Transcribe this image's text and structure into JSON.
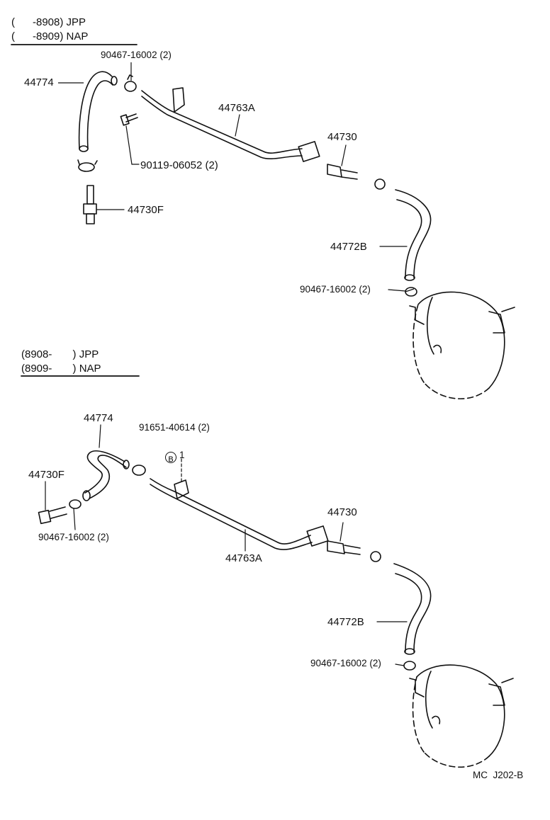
{
  "headers": {
    "early_jpp": "(      -8908) JPP",
    "early_nap": "(      -8909) NAP",
    "late_jpp": "(8908-       ) JPP",
    "late_nap": "(8909-       ) NAP"
  },
  "upper": {
    "hose_44774": "44774",
    "clamp_top": "90467-16002 (2)",
    "pipe": "44763A",
    "valve": "44730",
    "bolt": "90119-06052 (2)",
    "valve_f": "44730F",
    "hose_b": "44772B",
    "clamp_bottom": "90467-16002 (2)"
  },
  "lower": {
    "hose_44774": "44774",
    "bolt": "91651-40614 (2)",
    "marker": "B",
    "marker_index": "1",
    "valve_f": "44730F",
    "clamp_left": "90467-16002 (2)",
    "valve": "44730",
    "pipe": "44763A",
    "hose_b": "44772B",
    "clamp_bottom": "90467-16002 (2)"
  },
  "footer": "MC  J202-B"
}
